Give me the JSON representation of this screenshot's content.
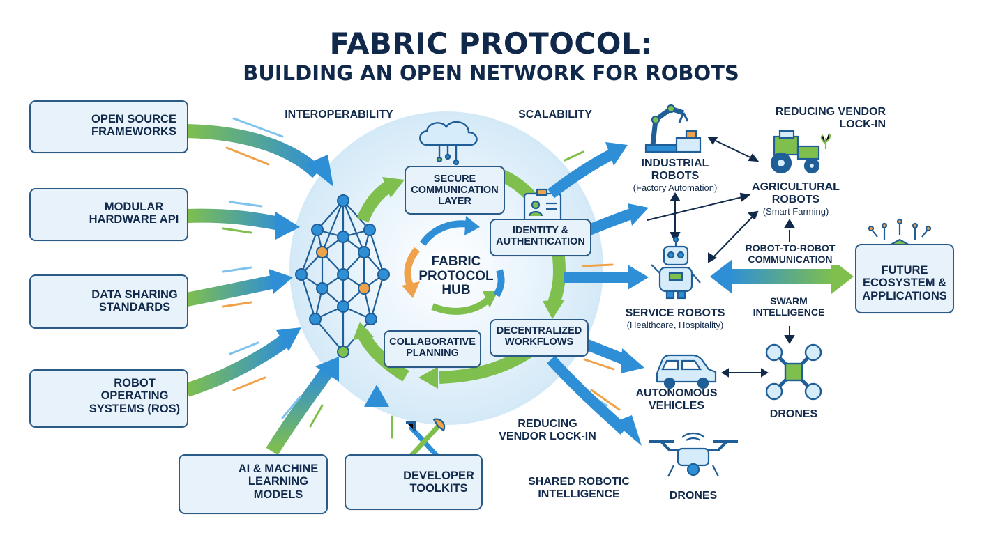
{
  "title": "FABRIC PROTOCOL:",
  "subtitle": "BUILDING AN OPEN NETWORK FOR ROBOTS",
  "inputs": {
    "open_source": "OPEN SOURCE\nFRAMEWORKS",
    "hardware_api": "MODULAR\nHARDWARE API",
    "data_sharing": "DATA SHARING\nSTANDARDS",
    "ros": "ROBOT\nOPERATING\nSYSTEMS (ROS)",
    "ai_ml": "AI & MACHINE\nLEARNING\nMODELS",
    "dev_toolkits": "DEVELOPER\nTOOLKITS"
  },
  "labels": {
    "interoperability": "INTEROPERABILITY",
    "scalability": "SCALABILITY",
    "reducing_lockin_top": "REDUCING VENDOR\nLOCK-IN",
    "reducing_lockin_bottom": "REDUCING\nVENDOR LOCK-IN",
    "shared_intelligence": "SHARED ROBOTIC\nINTELLIGENCE",
    "robot_to_robot": "ROBOT-TO-ROBOT\nCOMMUNICATION",
    "swarm": "SWARM\nINTELLIGENCE"
  },
  "hub": {
    "center": "FABRIC\nPROTOCOL\nHUB",
    "secure": "SECURE\nCOMMUNICATION\nLAYER",
    "identity": "IDENTITY &\nAUTHENTICATION",
    "workflows": "DECENTRALIZED\nWORKFLOWS",
    "planning": "COLLABORATIVE\nPLANNING"
  },
  "outputs": {
    "industrial": "INDUSTRIAL\nROBOTS",
    "industrial_sub": "(Factory Automation)",
    "agricultural": "AGRICULTURAL\nROBOTS",
    "agricultural_sub": "(Smart Farming)",
    "service": "SERVICE ROBOTS",
    "service_sub": "(Healthcare, Hospitality)",
    "vehicles": "AUTONOMOUS\nVEHICLES",
    "drones_right": "DRONES",
    "drones_bottom": "DRONES",
    "future": "FUTURE\nECOSYSTEM &\nAPPLICATIONS"
  },
  "colors": {
    "navy": "#11294a",
    "blue_arrow": "#2f8fd6",
    "green_arrow": "#7fbf4d",
    "orange": "#f0a24a",
    "box_fill": "#e8f2fb",
    "box_border": "#2a5a86"
  }
}
